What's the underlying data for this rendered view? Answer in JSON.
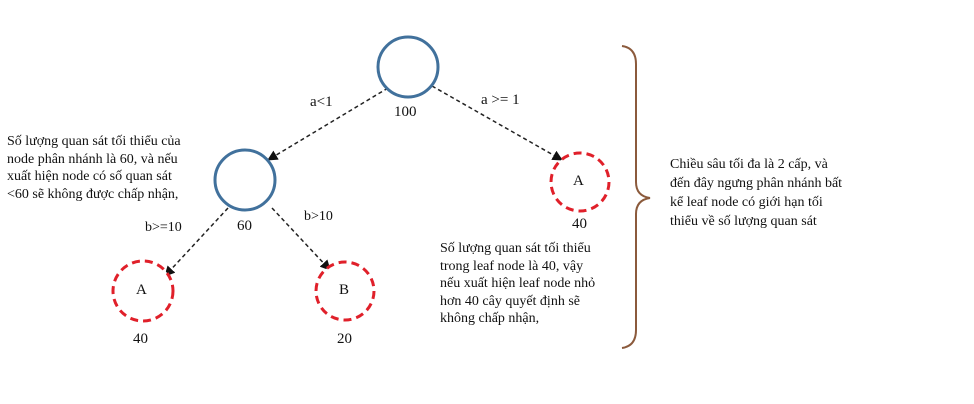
{
  "nodes": {
    "root": {
      "count": "100",
      "label": ""
    },
    "left": {
      "count": "60",
      "label": ""
    },
    "rightA": {
      "count": "40",
      "label": "A"
    },
    "leafA": {
      "count": "40",
      "label": "A"
    },
    "leafB": {
      "count": "20",
      "label": "B"
    }
  },
  "edges": {
    "root_left": "a<1",
    "root_right": "a >= 1",
    "left_a": "b>=10",
    "left_b": "b>10"
  },
  "notes": {
    "split_min": "Số lượng quan sát tối thiểu của\nnode phân nhánh là 60, và nếu\nxuất hiện node có số quan sát\n<60 sẽ không được chấp nhận,",
    "leaf_min": "Số lượng quan sát tối thiểu\ntrong leaf node là 40, vậy\nnếu xuất hiện leaf node nhỏ\nhơn 40 cây quyết định sẽ\nkhông chấp nhận,",
    "max_depth": "Chiều sâu tối đa là 2 cấp, và\nđến đây ngưng phân nhánh bất\nkể leaf node có giới hạn tối\nthiểu về số lượng quan sát"
  },
  "colors": {
    "internal_node": "#41719c",
    "leaf_node": "#e0202a",
    "edge": "#222222",
    "brace": "#8b5a3c"
  }
}
